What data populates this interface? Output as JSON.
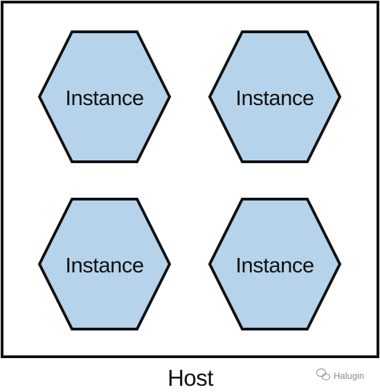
{
  "colors": {
    "hexagon_fill": "#b5d3ea",
    "stroke": "#111111",
    "background": "#ffffff",
    "watermark": "#8a8a8a"
  },
  "host": {
    "label": "Host"
  },
  "instances": [
    {
      "label": "Instance"
    },
    {
      "label": "Instance"
    },
    {
      "label": "Instance"
    },
    {
      "label": "Instance"
    }
  ],
  "watermark": {
    "text": "Halugin",
    "icon": "wechat-icon"
  }
}
